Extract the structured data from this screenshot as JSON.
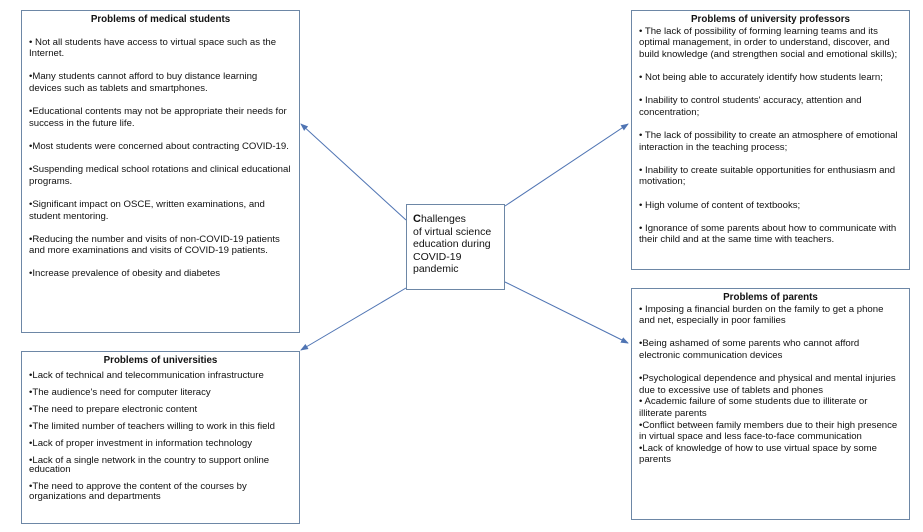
{
  "center": {
    "first_letter": "C",
    "rest_first": "hallenges",
    "rest": "of virtual science education during COVID-19 pandemic"
  },
  "medical_students": {
    "title": "Problems of medical students",
    "items": [
      "• Not all students have access to virtual space such as the Internet.",
      "•Many students cannot afford to buy distance learning devices such as tablets and smartphones.",
      "•Educational contents may not be appropriate their needs for success in the future life.",
      "•Most students were concerned about contracting COVID-19.",
      "•Suspending medical school rotations and clinical educational programs.",
      "•Significant impact on OSCE, written examinations, and student mentoring.",
      "•Reducing the number and visits of non-COVID-19 patients and more examinations and visits of COVID-19 patients.",
      "•Increase prevalence of obesity and diabetes"
    ]
  },
  "professors": {
    "title": "Problems of university professors",
    "items": [
      "• The lack of possibility of forming learning teams and its optimal management, in order to understand, discover, and build knowledge (and strengthen social and emotional skills);",
      "• Not being able to accurately identify how students learn;",
      "• Inability to control students' accuracy, attention and concentration;",
      "• The lack of possibility to create an atmosphere of emotional interaction in the teaching process;",
      "• Inability to create suitable opportunities for enthusiasm and motivation;",
      "• High volume of content of textbooks;",
      "• Ignorance of some parents about how to communicate with their child and at the same time with teachers."
    ]
  },
  "parents": {
    "title": "Problems of parents",
    "items": [
      "• Imposing a financial burden on the family to get a phone and net, especially in poor families",
      "•Being ashamed of some parents who cannot afford electronic communication devices",
      "•Psychological dependence and physical and mental injuries due to excessive use of tablets and phones",
      "• Academic failure of some students due to illiterate or illiterate parents",
      "•Conflict between family members due to their high presence in virtual space and less face-to-face communication",
      "•Lack of knowledge of how to use virtual space by some parents"
    ]
  },
  "universities": {
    "title": "Problems of universities",
    "items": [
      "•Lack of technical and telecommunication infrastructure",
      "•The audience's need for computer literacy",
      "•The need to prepare electronic content",
      "•The limited number of teachers willing to work in this field",
      "•Lack of proper investment in information technology",
      "•Lack of a single network in the country to support online education",
      "•The need to approve the content of the courses by organizations and departments"
    ]
  },
  "colors": {
    "border": "#6d87a6",
    "arrow": "#4f74b3"
  }
}
